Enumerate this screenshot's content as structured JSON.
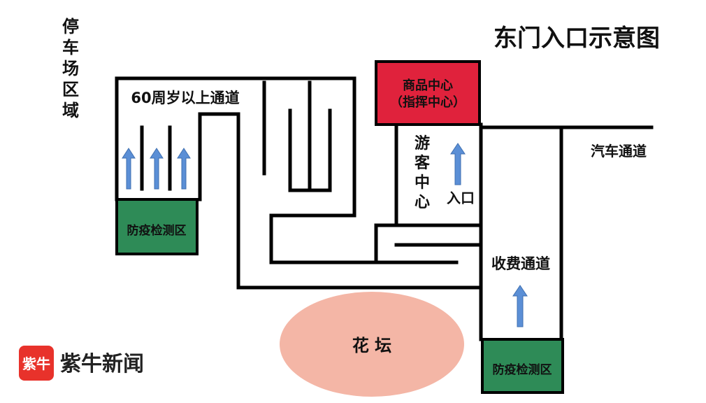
{
  "title": "东门入口示意图",
  "labels": {
    "parking": [
      "停",
      "车",
      "场",
      "区",
      "域"
    ],
    "senior_lane": "60周岁以上通道",
    "commerce_center_line1": "商品中心",
    "commerce_center_line2": "（指挥中心）",
    "visitor_center": [
      "游",
      "客",
      "中",
      "心"
    ],
    "entrance": "入口",
    "car_lane": "汽车通道",
    "toll_lane": "收费通道",
    "epidemic_check_left": "防疫检测区",
    "epidemic_check_right": "防疫检测区",
    "flower_bed": "花  坛",
    "logo_text": "紫牛新闻",
    "logo_badge": "紫牛"
  },
  "colors": {
    "commerce_center": "#e0223c",
    "epidemic_check": "#2e8b57",
    "flower_bed": "#f4b6a6",
    "arrow": "#5b8fd6",
    "logo_red": "#e8322b"
  }
}
